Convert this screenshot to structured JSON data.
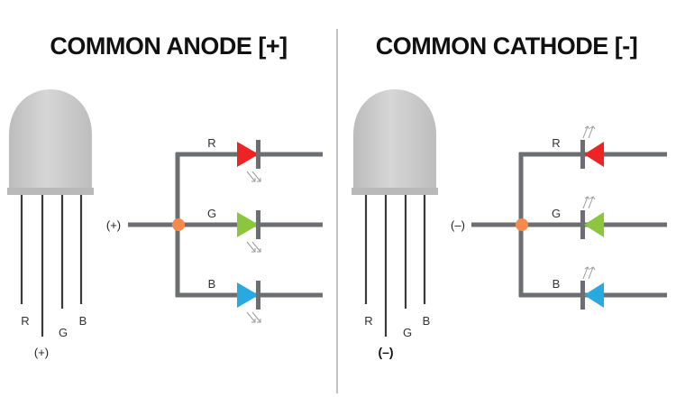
{
  "titles": {
    "anode": "COMMON ANODE [+]",
    "cathode": "COMMON CATHODE [-]"
  },
  "anode": {
    "pins": {
      "r": "R",
      "common": "(+)",
      "g": "G",
      "b": "B"
    },
    "input_label": "(+)",
    "channels": {
      "r": "R",
      "g": "G",
      "b": "B"
    }
  },
  "cathode": {
    "pins": {
      "r": "R",
      "common": "(–)",
      "g": "G",
      "b": "B"
    },
    "input_label": "(–)",
    "channels": {
      "r": "R",
      "g": "G",
      "b": "B"
    }
  },
  "colors": {
    "red": "#ee2424",
    "green": "#8cc63f",
    "blue": "#27aae1",
    "wire": "#6d6e71",
    "node": "#f58a4b",
    "body": "#c8c8c8"
  }
}
